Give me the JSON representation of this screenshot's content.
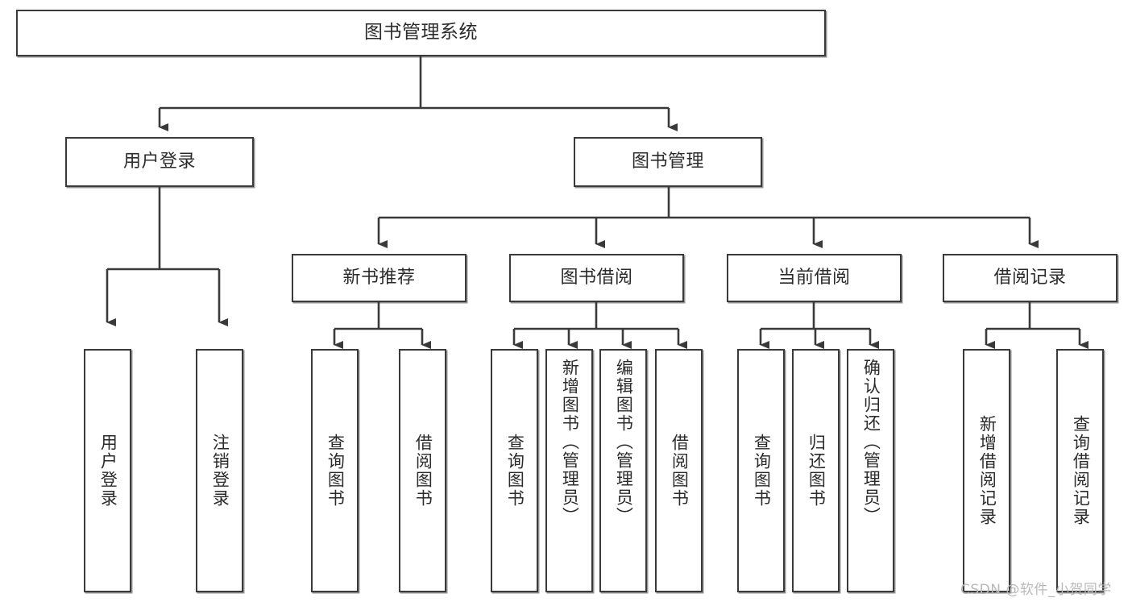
{
  "diagram": {
    "type": "tree",
    "title": "图书管理系统",
    "watermark": "CSDN @软件_小贺同学",
    "colors": {
      "stroke": "#3a3a3a",
      "fill": "#ffffff",
      "text": "#2b2b2b",
      "watermark": "#b9b9b9"
    },
    "levels": {
      "root": {
        "label": "图书管理系统"
      },
      "level2": [
        {
          "label": "用户登录"
        },
        {
          "label": "图书管理"
        }
      ],
      "level3": [
        {
          "label": "新书推荐"
        },
        {
          "label": "图书借阅"
        },
        {
          "label": "当前借阅"
        },
        {
          "label": "借阅记录"
        }
      ],
      "leaves": {
        "user_login": [
          {
            "label": "用户登录"
          },
          {
            "label": "注销登录"
          }
        ],
        "new_book_recommend": [
          {
            "label": "查询图书"
          },
          {
            "label": "借阅图书"
          }
        ],
        "book_borrow": [
          {
            "label": "查询图书"
          },
          {
            "label": "新增图书（管理员）"
          },
          {
            "label": "编辑图书（管理员）"
          },
          {
            "label": "借阅图书"
          }
        ],
        "current_borrow": [
          {
            "label": "查询图书"
          },
          {
            "label": "归还图书"
          },
          {
            "label": "确认归还（管理员）"
          }
        ],
        "borrow_record": [
          {
            "label": "新增借阅记录"
          },
          {
            "label": "查询借阅记录"
          }
        ]
      }
    }
  }
}
